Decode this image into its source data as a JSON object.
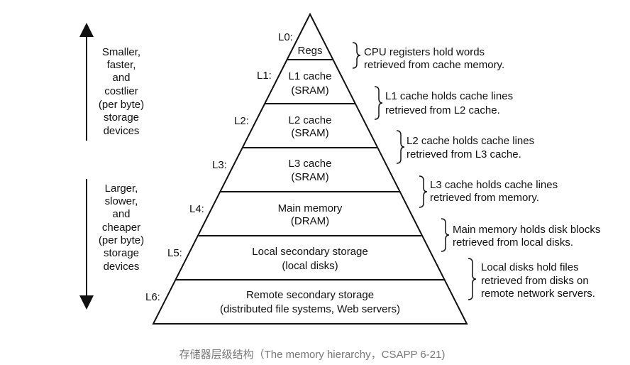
{
  "diagram": {
    "levels": [
      {
        "id": "L0",
        "label": "L0:",
        "lines": [
          "Regs"
        ],
        "note": [
          "CPU registers hold words",
          "retrieved from cache memory."
        ]
      },
      {
        "id": "L1",
        "label": "L1:",
        "lines": [
          "L1 cache",
          "(SRAM)"
        ],
        "note": [
          "L1 cache holds cache lines",
          "retrieved from L2 cache."
        ]
      },
      {
        "id": "L2",
        "label": "L2:",
        "lines": [
          "L2 cache",
          "(SRAM)"
        ],
        "note": [
          "L2 cache holds cache lines",
          "retrieved from L3 cache."
        ]
      },
      {
        "id": "L3",
        "label": "L3:",
        "lines": [
          "L3 cache",
          "(SRAM)"
        ],
        "note": [
          "L3 cache holds cache lines",
          "retrieved from memory."
        ]
      },
      {
        "id": "L4",
        "label": "L4:",
        "lines": [
          "Main memory",
          "(DRAM)"
        ],
        "note": [
          "Main memory holds disk blocks",
          "retrieved from local disks."
        ]
      },
      {
        "id": "L5",
        "label": "L5:",
        "lines": [
          "Local secondary storage",
          "(local disks)"
        ],
        "note": [
          "Local disks hold files",
          "retrieved from disks on",
          "remote network servers."
        ]
      },
      {
        "id": "L6",
        "label": "L6:",
        "lines": [
          "Remote secondary storage",
          "(distributed file systems, Web servers)"
        ],
        "note": []
      }
    ],
    "top_side_text": [
      "Smaller,",
      "faster,",
      "and",
      "costlier",
      "(per byte)",
      "storage",
      "devices"
    ],
    "bottom_side_text": [
      "Larger,",
      "slower,",
      "and",
      "cheaper",
      "(per byte)",
      "storage",
      "devices"
    ]
  },
  "caption": "存储器层级结构（The memory hierarchy，CSAPP 6-21)"
}
